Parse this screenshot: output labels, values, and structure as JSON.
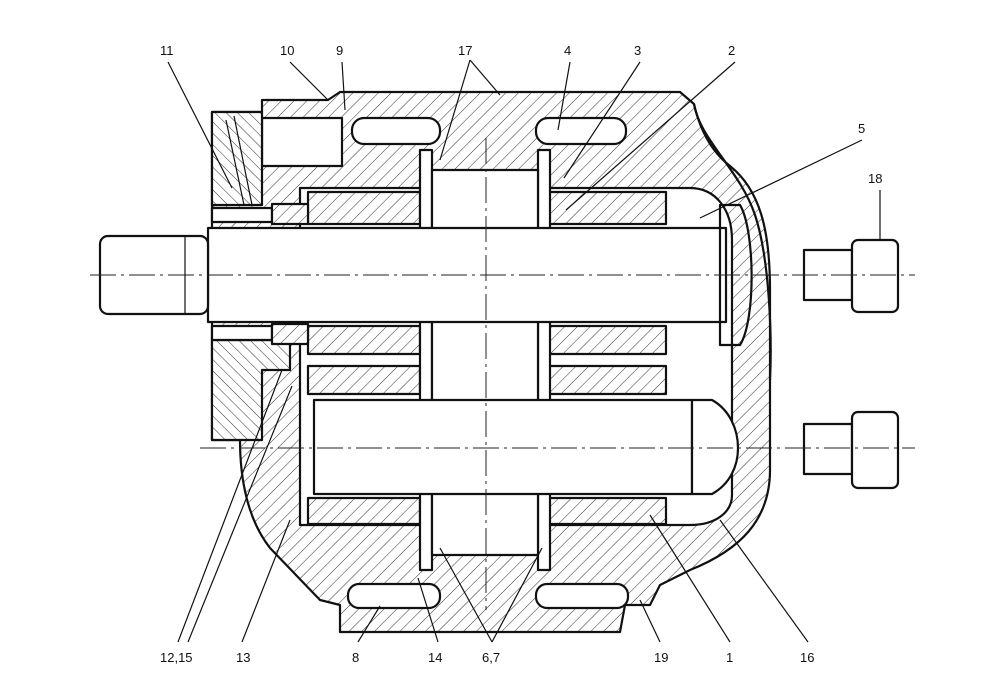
{
  "drawing": {
    "callouts": [
      {
        "id": "c11",
        "text": "11"
      },
      {
        "id": "c10",
        "text": "10"
      },
      {
        "id": "c9",
        "text": "9"
      },
      {
        "id": "c17",
        "text": "17"
      },
      {
        "id": "c4",
        "text": "4"
      },
      {
        "id": "c3",
        "text": "3"
      },
      {
        "id": "c2",
        "text": "2"
      },
      {
        "id": "c5",
        "text": "5"
      },
      {
        "id": "c18",
        "text": "18"
      },
      {
        "id": "c1215",
        "text": "12,15"
      },
      {
        "id": "c13",
        "text": "13"
      },
      {
        "id": "c8",
        "text": "8"
      },
      {
        "id": "c14",
        "text": "14"
      },
      {
        "id": "c67",
        "text": "6,7"
      },
      {
        "id": "c19",
        "text": "19"
      },
      {
        "id": "c1",
        "text": "1"
      },
      {
        "id": "c16",
        "text": "16"
      }
    ]
  }
}
